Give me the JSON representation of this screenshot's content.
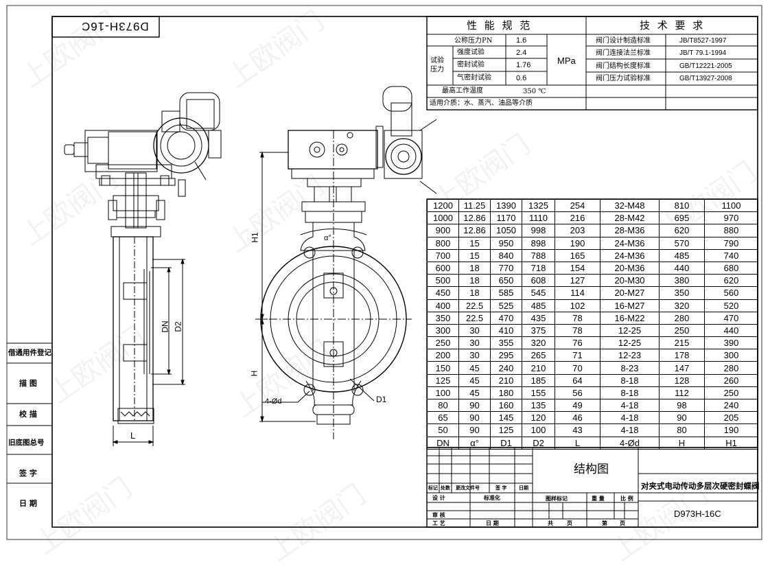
{
  "title_strip": "D973H-16C",
  "watermark": "上欧阀门",
  "perf": {
    "heading": "性 能 规 范",
    "rows": [
      {
        "label": "公称压力PN",
        "value": "1.6"
      },
      {
        "label": "强度试验",
        "value": "2.4"
      },
      {
        "label": "密封试验",
        "value": "1.76"
      },
      {
        "label": "气密封试验",
        "value": "0.6"
      }
    ],
    "test_pressure": "试验压力",
    "unit": "MPa",
    "max_temp_label": "最高工作温度",
    "max_temp_value": "350 ℃",
    "medium": "适用介质：水、蒸汽、油品等介质"
  },
  "tech": {
    "heading": "技 术 要 求",
    "rows": [
      {
        "label": "阀门设计制造标准",
        "value": "JB/T8527-1997"
      },
      {
        "label": "阀门连接法兰标准",
        "value": "JB/T 79.1-1994"
      },
      {
        "label": "阀门结构长度标准",
        "value": "GB/T12221-2005"
      },
      {
        "label": "阀门压力试验标准",
        "value": "GB/T13927-2008"
      }
    ]
  },
  "dims": {
    "headers": [
      "DN",
      "α°",
      "D1",
      "D2",
      "L",
      "4-Ød",
      "H",
      "H1"
    ],
    "rows": [
      [
        "1200",
        "11.25",
        "1390",
        "1325",
        "254",
        "32-M48",
        "810",
        "1100"
      ],
      [
        "1000",
        "12.86",
        "1170",
        "1110",
        "216",
        "28-M42",
        "695",
        "970"
      ],
      [
        "900",
        "12.86",
        "1050",
        "998",
        "203",
        "28-M36",
        "620",
        "880"
      ],
      [
        "800",
        "15",
        "950",
        "898",
        "190",
        "24-M36",
        "570",
        "790"
      ],
      [
        "700",
        "15",
        "840",
        "788",
        "165",
        "24-M36",
        "485",
        "740"
      ],
      [
        "600",
        "18",
        "770",
        "718",
        "154",
        "20-M36",
        "440",
        "680"
      ],
      [
        "500",
        "18",
        "650",
        "608",
        "127",
        "20-M30",
        "380",
        "620"
      ],
      [
        "450",
        "18",
        "585",
        "545",
        "114",
        "20-M27",
        "350",
        "560"
      ],
      [
        "400",
        "22.5",
        "525",
        "485",
        "102",
        "16-M27",
        "320",
        "520"
      ],
      [
        "350",
        "22.5",
        "470",
        "435",
        "78",
        "16-M22",
        "280",
        "470"
      ],
      [
        "300",
        "30",
        "410",
        "375",
        "78",
        "12-25",
        "250",
        "440"
      ],
      [
        "250",
        "30",
        "355",
        "320",
        "76",
        "12-25",
        "215",
        "390"
      ],
      [
        "200",
        "30",
        "295",
        "265",
        "71",
        "12-23",
        "178",
        "300"
      ],
      [
        "150",
        "45",
        "240",
        "210",
        "70",
        "8-23",
        "147",
        "280"
      ],
      [
        "125",
        "45",
        "210",
        "185",
        "64",
        "8-18",
        "128",
        "260"
      ],
      [
        "100",
        "45",
        "180",
        "155",
        "56",
        "8-18",
        "112",
        "250"
      ],
      [
        "80",
        "90",
        "160",
        "135",
        "49",
        "4-18",
        "98",
        "240"
      ],
      [
        "65",
        "90",
        "145",
        "120",
        "46",
        "4-18",
        "90",
        "205"
      ],
      [
        "50",
        "90",
        "125",
        "100",
        "43",
        "4-18",
        "80",
        "190"
      ]
    ]
  },
  "title_block": {
    "drawing_name": "结构图",
    "product_name": "对夹式电动传动多层次硬密封蝶阀",
    "model": "D973H-16C",
    "row_labels": [
      "标记",
      "处数",
      "更改文件号",
      "签 字",
      "日期"
    ],
    "design": "设 计",
    "standardize": "标准化",
    "mark": "图样标记",
    "weight": "重 量",
    "scale": "比 例",
    "review": "审 核",
    "process": "工 艺",
    "date": "日 期",
    "total": "共",
    "sheet_unit": "页",
    "sheet": "第"
  },
  "side_labels": [
    "借通用件登记",
    "描 图",
    "校 描",
    "旧底图总号",
    "签 字",
    "日 期"
  ],
  "drawing_labels": {
    "L": "L",
    "DN": "DN",
    "D2": "D2",
    "H1": "H1",
    "H": "H",
    "alpha": "α°",
    "holes": "4-Ød",
    "D1": "D1"
  }
}
